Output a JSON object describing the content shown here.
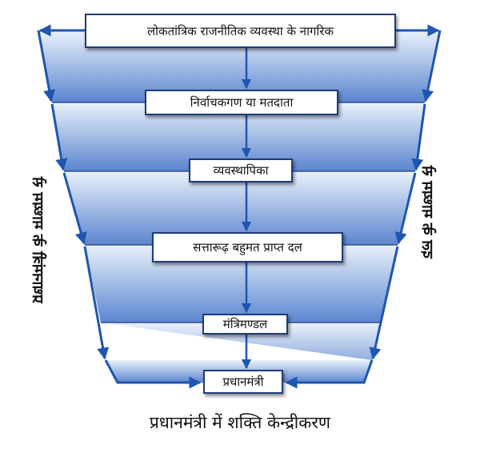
{
  "levels": [
    {
      "label": "लोकतांत्रिक राजनीतिक व्यवस्था के नागरिक"
    },
    {
      "label": "निर्वाचकगण या मतदाता"
    },
    {
      "label": "व्यवस्थापिका"
    },
    {
      "label": "सत्तारूढ़ बहुमत प्राप्त दल"
    },
    {
      "label": "मंत्रिमण्डल"
    },
    {
      "label": "प्रधानमंत्री"
    }
  ],
  "side_labels": {
    "left": "प्रधानमंत्री के माध्यम से",
    "right": "दल के माध्यम से"
  },
  "caption": "प्रधानमंत्री में शक्ति केन्द्रीकरण",
  "colors": {
    "fill_light": "#eaf1fb",
    "fill_dark": "#5b85cf",
    "line": "#1f3b7a",
    "arrow": "#1e56b0"
  }
}
